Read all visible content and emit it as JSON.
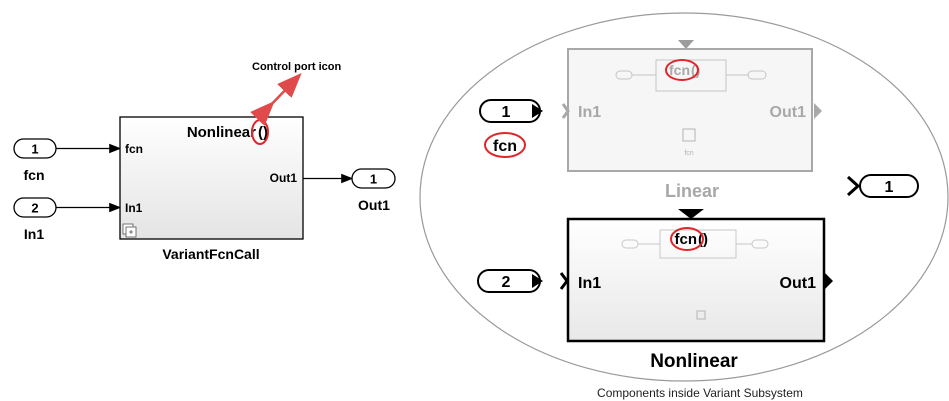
{
  "left_model": {
    "inport_fcn": {
      "number": "1",
      "label": "fcn"
    },
    "inport_in1": {
      "number": "2",
      "label": "In1"
    },
    "subsystem": {
      "title": "Nonlinear",
      "control_symbol": "()",
      "port_fcn": "fcn",
      "port_in1": "In1",
      "port_out1": "Out1",
      "name": "VariantFcnCall"
    },
    "outport": {
      "number": "1",
      "label": "Out1"
    },
    "annotation": "Control port icon"
  },
  "right_view": {
    "inport_1": {
      "number": "1",
      "label": "fcn"
    },
    "inport_2": {
      "number": "2"
    },
    "linear_block": {
      "fcn_label": "fcn",
      "fcn_symbol": "()",
      "port_in1": "In1",
      "port_out1": "Out1",
      "small_label": "fcn",
      "name": "Linear"
    },
    "nonlinear_block": {
      "fcn_label": "fcn",
      "fcn_symbol": "()",
      "port_in1": "In1",
      "port_out1": "Out1",
      "name": "Nonlinear"
    },
    "outport": {
      "number": "1"
    },
    "caption": "Components inside Variant Subsystem"
  },
  "colors": {
    "highlight": "#e0262a",
    "arrow": "#e04a4a",
    "faded": "#a8a8a8",
    "block_fill": "#f0f0f0"
  }
}
